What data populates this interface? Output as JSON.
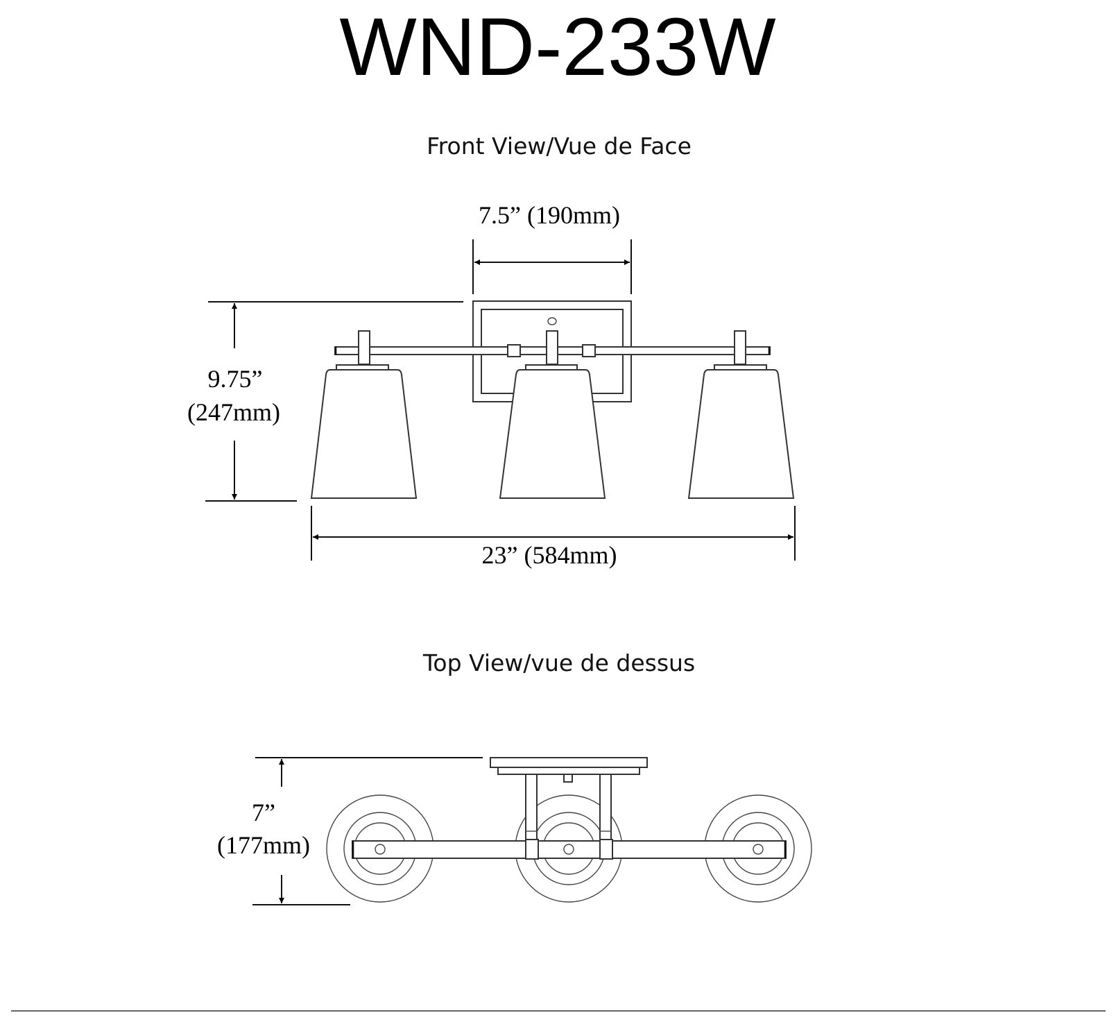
{
  "document": {
    "model_number": "WND-233W",
    "front_view": {
      "label": "Front View/Vue de Face",
      "dimensions": {
        "backplate_width": "7.5” (190mm)",
        "height_in": "9.75”",
        "height_mm": "(247mm)",
        "overall_width": "23” (584mm)"
      },
      "shade_count": 3
    },
    "top_view": {
      "label": "Top View/vue de dessus",
      "dimensions": {
        "depth_in": "7”",
        "depth_mm": "(177mm)"
      },
      "shade_count": 3
    },
    "colors": {
      "line": "#333333",
      "text": "#000000",
      "background": "#ffffff"
    }
  }
}
